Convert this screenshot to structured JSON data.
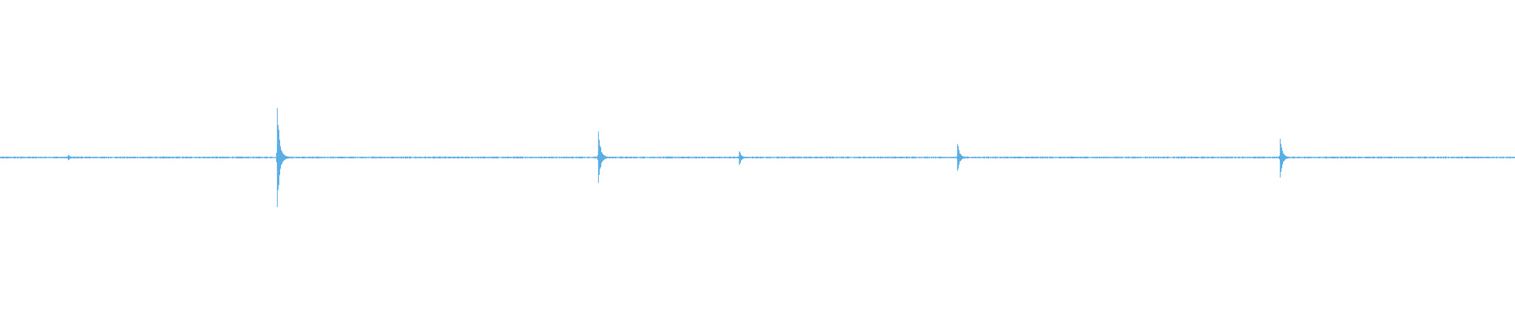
{
  "waveform": {
    "color": "#5aaee6",
    "background": "#ffffff",
    "baseline_noise_amplitude": 0.012,
    "events": [
      {
        "time_fraction": 0.045,
        "peak_up": 0.04,
        "peak_down": 0.04
      },
      {
        "time_fraction": 0.183,
        "peak_up": 0.74,
        "peak_down": 0.74
      },
      {
        "time_fraction": 0.395,
        "peak_up": 0.39,
        "peak_down": 0.38
      },
      {
        "time_fraction": 0.488,
        "peak_up": 0.09,
        "peak_down": 0.11
      },
      {
        "time_fraction": 0.632,
        "peak_up": 0.2,
        "peak_down": 0.2
      },
      {
        "time_fraction": 0.845,
        "peak_up": 0.28,
        "peak_down": 0.3
      }
    ]
  }
}
